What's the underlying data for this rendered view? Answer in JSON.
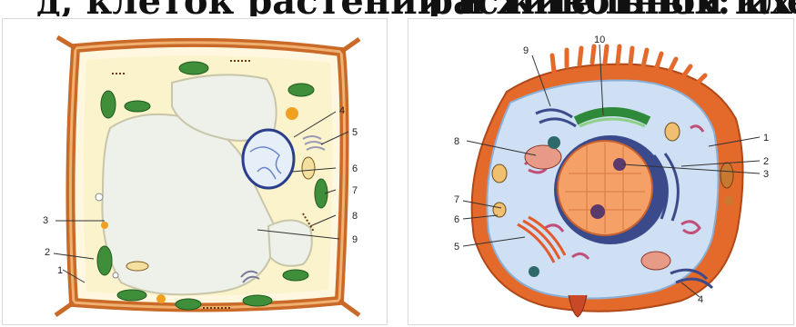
{
  "header": {
    "left_fragment": "д, клеток растений и животных: их сравнение",
    "right_fragment": "растительной клетки по"
  },
  "plant_cell": {
    "labels": [
      "1",
      "2",
      "3",
      "4",
      "5",
      "6",
      "7",
      "8",
      "9"
    ]
  },
  "animal_cell": {
    "labels": [
      "1",
      "2",
      "3",
      "4",
      "5",
      "6",
      "7",
      "8",
      "9",
      "10"
    ]
  }
}
